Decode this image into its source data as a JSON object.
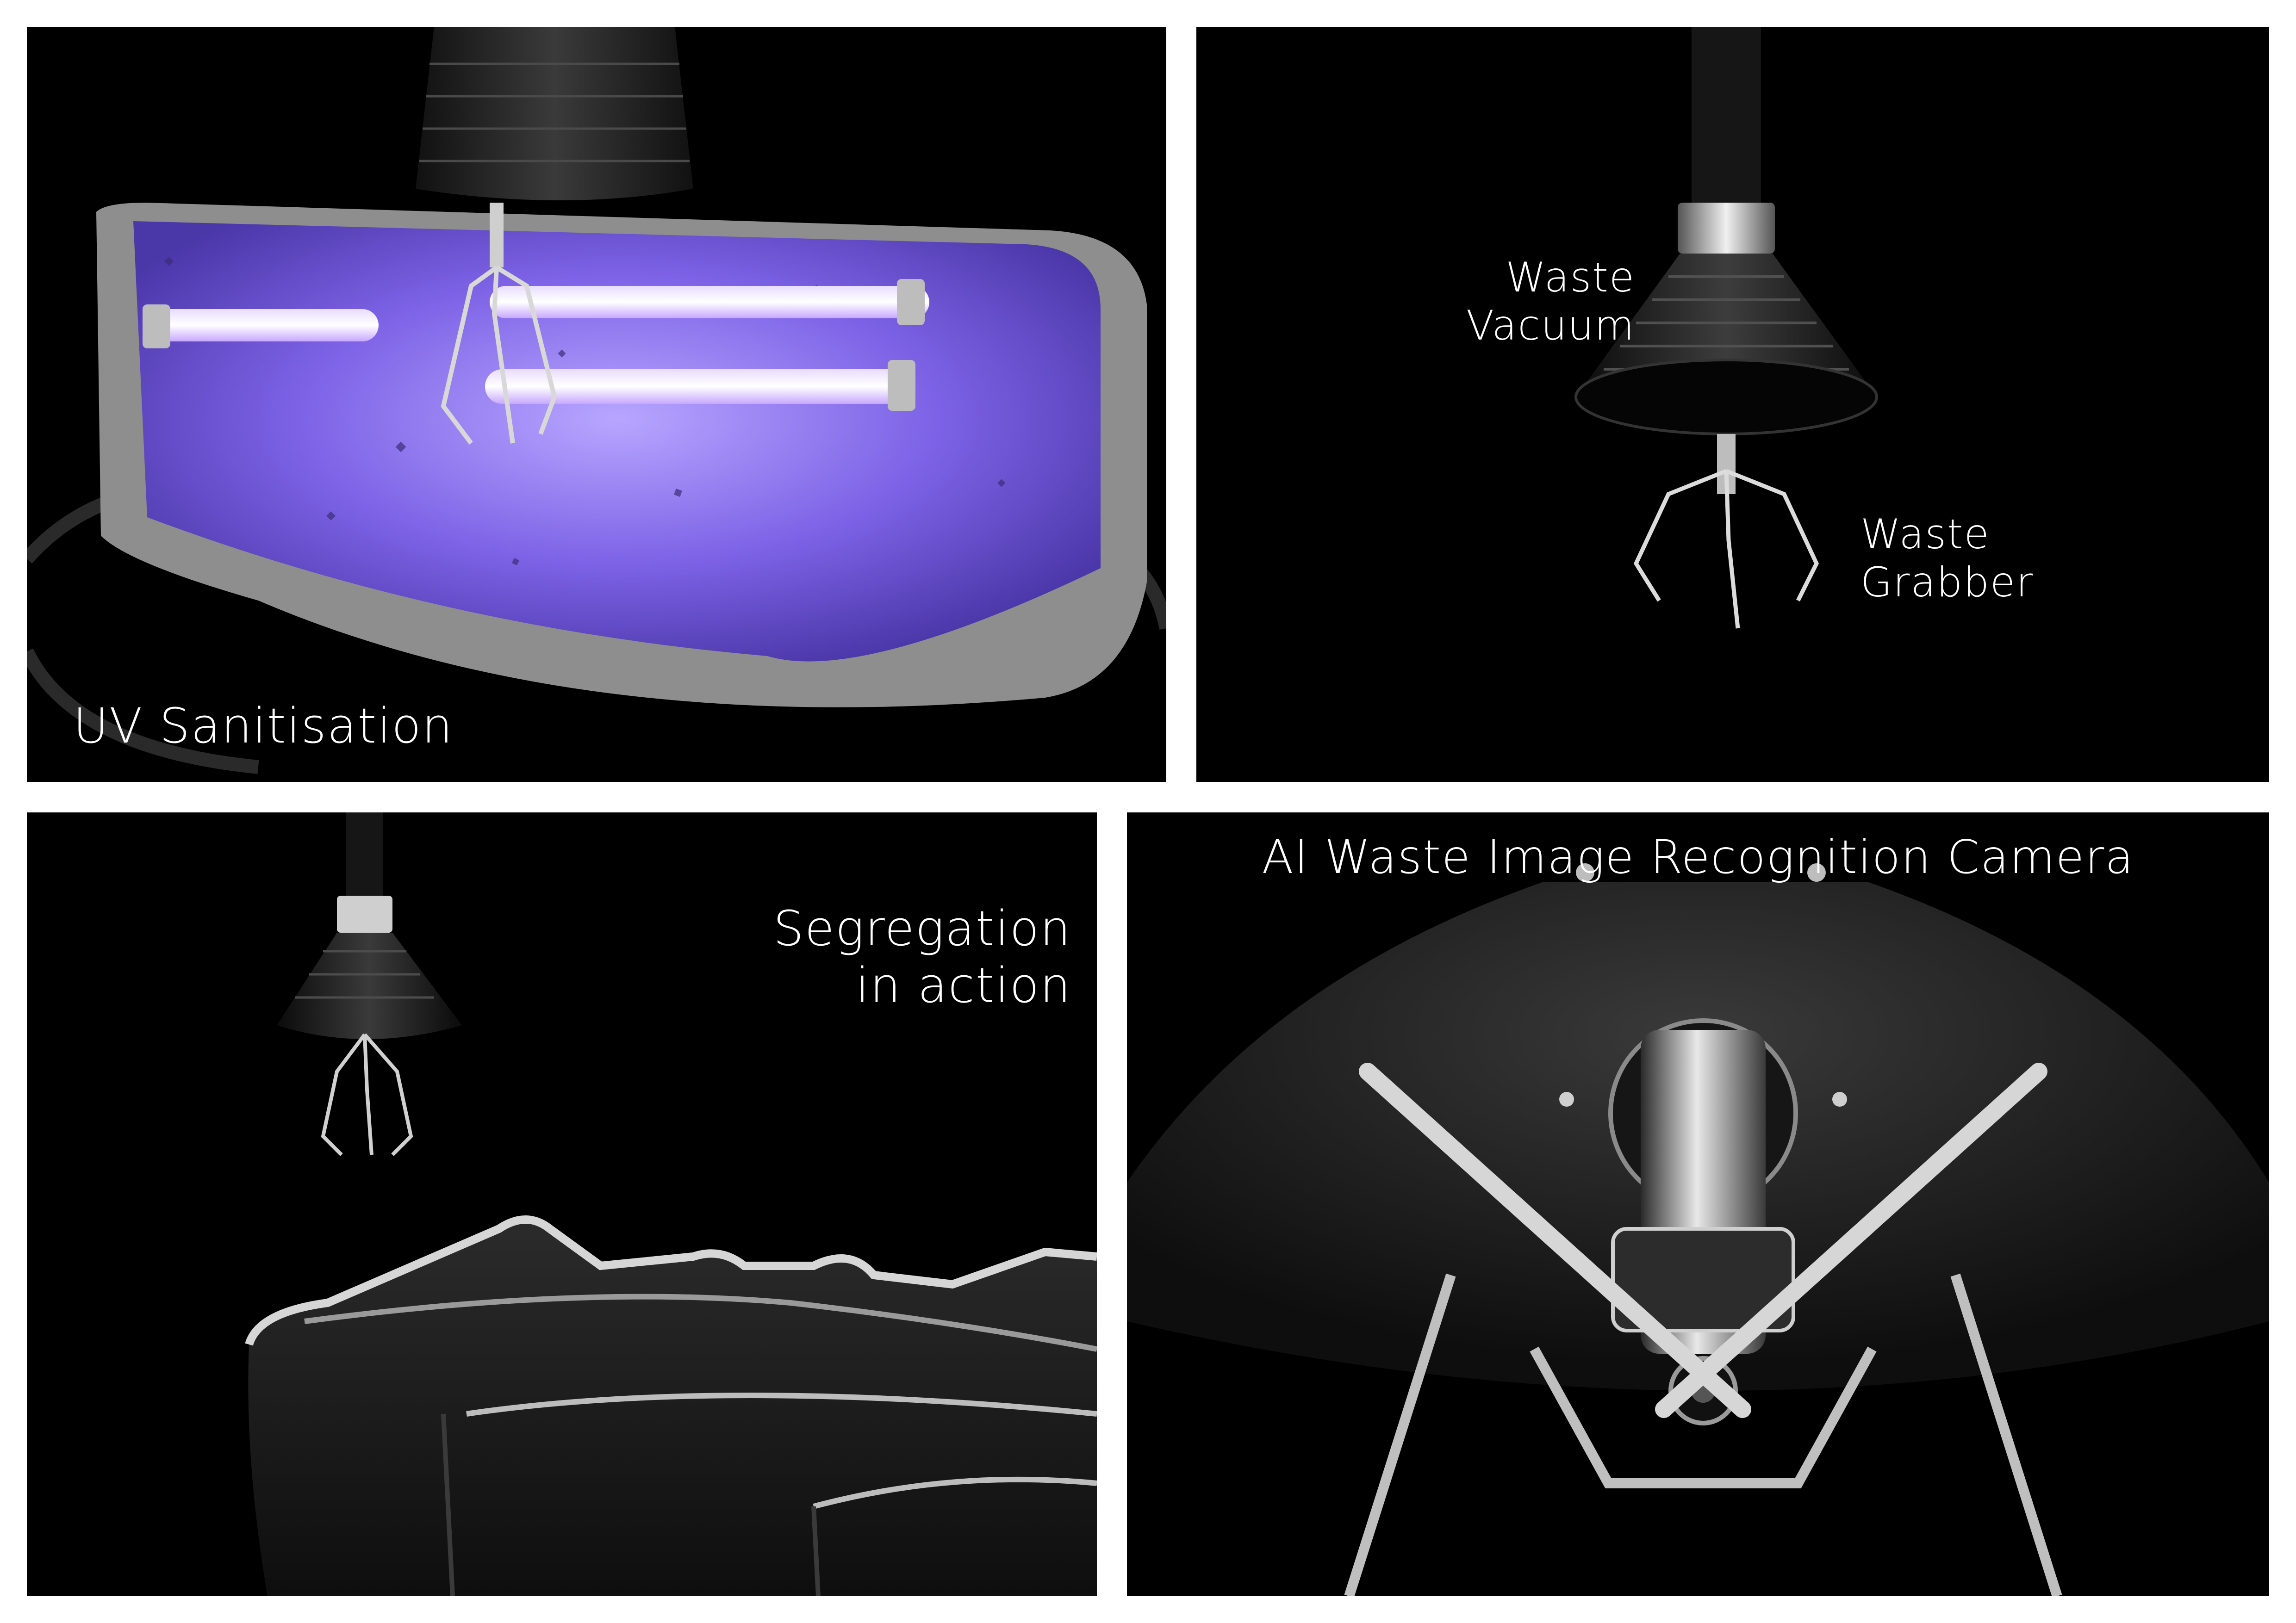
{
  "panels": {
    "uv": {
      "caption": "UV Sanitisation"
    },
    "tool": {
      "vacuum_label": "Waste\nVacuum",
      "grabber_label": "Waste\nGrabber"
    },
    "segregation": {
      "caption": "Segregation\nin action"
    },
    "camera": {
      "caption": "AI Waste Image Recognition Camera"
    }
  },
  "colors": {
    "panel_bg": "#000000",
    "uv_glow": "#8a6cf0",
    "text": "#ffffff"
  }
}
